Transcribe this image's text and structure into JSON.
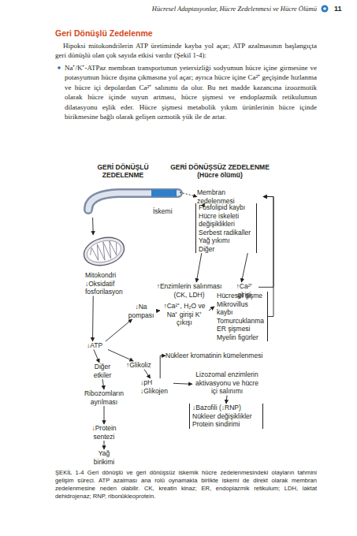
{
  "diagram": {
    "title": "Geri Dönüşlü Zedelenme",
    "caption": "ŞEKİL 1-4 Geri dönüşlü ve geri dönüşsüz iskemik hücre zedelenmesindeki olayların tahmini gelişim süreci. ATP azalması ana rolü oynamakla birlikte iskemi de direkt olarak membran zedelenmesine neden olabilir. CK, kreatin kinaz; ER, endoplazmik retikulum; LDH, laktat dehidrojenaz; RNP, ribonükleoprotein.",
    "nodes": [
      {
        "text": [
          "İskemi"
        ]
      },
      {
        "text": [
          "Mitokondri ↓Oksidatif fosforilasyon"
        ]
      },
      {
        "text": [
          "Membran zedelenmesi"
        ]
      },
      {
        "text": [
          "Fosfolipid kaybı",
          "Hücre iskeleti değişiklikleri",
          "Serbest radikaller",
          "Yağ yıkımı",
          "Diğer"
        ]
      },
      {
        "text": [
          "↑Enzimlerin salınması (CK, LDH)"
        ]
      },
      {
        "text": [
          "↑Ca²⁺ girişi"
        ]
      },
      {
        "text": [
          "↓Na pompası"
        ]
      },
      {
        "text": [
          "↑Ca²⁺, H₂O ve Na⁺ girişi K⁺ çıkışı"
        ]
      },
      {
        "text": [
          "Hücresel şişme",
          "Mikrovillus kaybı",
          "Tomurcuklanma",
          "ER şişmesi",
          "Myelin figürler"
        ]
      },
      {
        "text": [
          "↓ATP"
        ]
      },
      {
        "text": [
          "Diğer etkiler"
        ]
      },
      {
        "text": [
          "↑Glikoliz"
        ]
      },
      {
        "text": [
          "Nükleer kromatinin kümelenmesi"
        ]
      },
      {
        "text": [
          "↓pH",
          "↓Glikojen"
        ]
      },
      {
        "text": [
          "Lizozomal enzimlerin aktivasyonu ve hücre içi salınımı"
        ]
      },
      {
        "text": [
          "Ribozomların ayrılması"
        ]
      },
      {
        "text": [
          "↓Bazofili (↓RNP)",
          "Nükleer değişiklikler",
          "Protein sindirimi"
        ]
      },
      {
        "text": [
          "↓Protein sentezi"
        ]
      },
      {
        "text": [
          "Yağ birikimi"
        ]
      }
    ],
    "edges": [
      {
        "from": 0,
        "to": 1,
        "arrow": "to"
      },
      {
        "from": 0,
        "to": 2,
        "arrow": "to"
      },
      {
        "from": 2,
        "to": 3,
        "arrow": "to"
      },
      {
        "from": 3,
        "to": 4,
        "arrow": "to"
      },
      {
        "from": 3,
        "to": 5,
        "arrow": "to"
      },
      {
        "from": 5,
        "to": 2,
        "arrow": "to"
      },
      {
        "from": 8,
        "to": 2,
        "arrow": "to"
      },
      {
        "from": 1,
        "to": 9,
        "arrow": "to"
      },
      {
        "from": 9,
        "to": 6,
        "arrow": "to"
      },
      {
        "from": 6,
        "to": 7,
        "arrow": "to"
      },
      {
        "from": 7,
        "to": 8,
        "arrow": "to"
      },
      {
        "from": 9,
        "to": 10,
        "arrow": "to"
      },
      {
        "from": 9,
        "to": 11,
        "arrow": "to"
      },
      {
        "from": 11,
        "to": 13,
        "arrow": "to"
      },
      {
        "from": 13,
        "to": 12,
        "arrow": "to"
      },
      {
        "from": 13,
        "to": 14,
        "arrow": "to"
      },
      {
        "from": 10,
        "to": 15,
        "arrow": "to"
      },
      {
        "from": 14,
        "to": 16,
        "arrow": "to"
      },
      {
        "from": 15,
        "to": 17,
        "arrow": "to"
      },
      {
        "from": 17,
        "to": 18,
        "arrow": "to"
      }
    ],
    "labels": [
      "Hücresel Adaptasyonlar, Hücre Zedelenmesi ve Hücre Ölümü",
      "11",
      "Hipoksi mitokondrilerin ATP üretiminde kayba yol açar; ATP azalmasının başlangıçta geri dönüşlü olan çok sayıda etkisi vardır (Şekil 1-4):",
      "Na⁺/K⁺-ATPaz membran transportunun yetersizliği sodyumun hücre içine girmesine ve potasyumun hücre dışına çıkmasına yol açar; ayrıca hücre içine Ca²⁺ geçişinde hızlanma ve hücre içi depolardan Ca²⁺ salınımı da olur. Bu net madde kazancına izoozmotik olarak hücre içinde suyun artması, hücre şişmesi ve endoplazmik retikulumun dilatasyonu eşlik eder. Hücre şişmesi metabolik yıkım ürünlerinin hücre içinde birikmesine bağlı olarak gelişen ozmotik yük ile de artar.",
      "GERİ DÖNÜŞLÜ ZEDELENME",
      "GERİ DÖNÜŞSÜZ ZEDELENME (Hücre ölümü)"
    ]
  }
}
